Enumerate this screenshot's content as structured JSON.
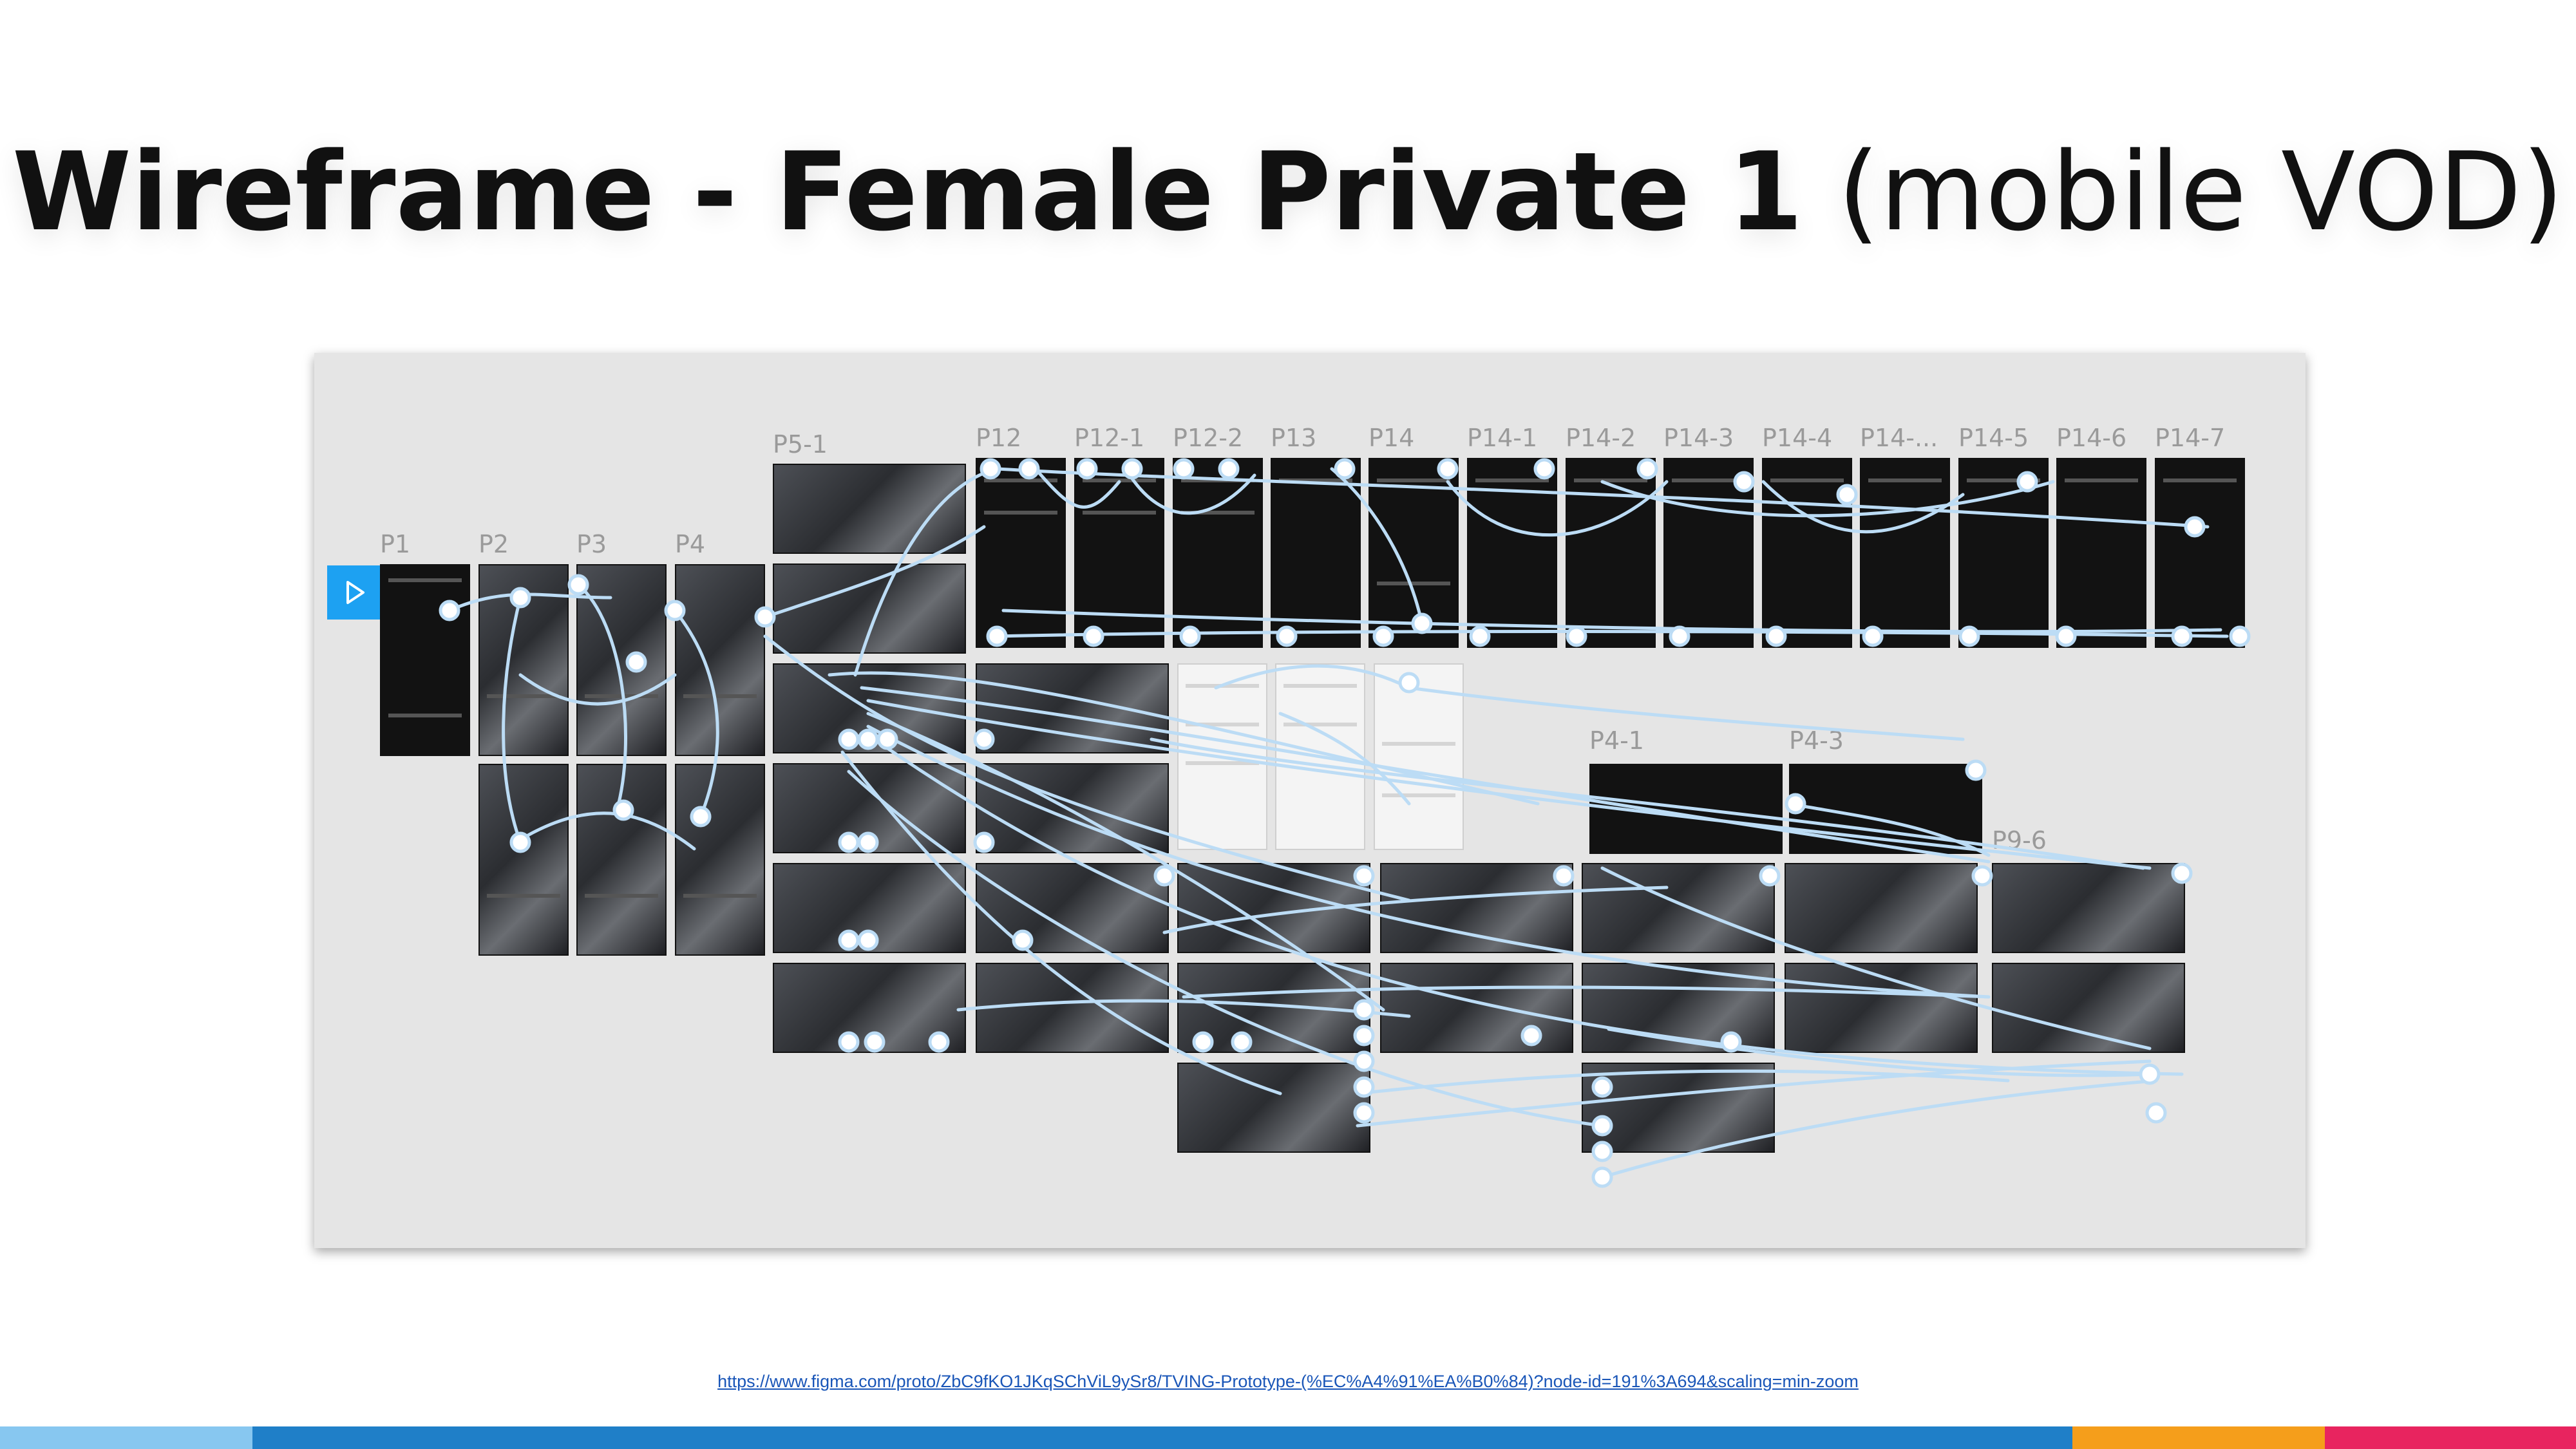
{
  "title": {
    "bold": "Wireframe - Female Private 1",
    "light": "(mobile VOD)"
  },
  "frame_labels": {
    "p1": "P1",
    "p2": "P2",
    "p3": "P3",
    "p4": "P4",
    "p5_1": "P5-1",
    "p12": "P12",
    "p12_1": "P12-1",
    "p12_2": "P12-2",
    "p13": "P13",
    "p14": "P14",
    "p14_1": "P14-1",
    "p14_2": "P14-2",
    "p14_3": "P14-3",
    "p14_4": "P14-4",
    "p14_5_trunc": "P14-...",
    "p14_5": "P14-5",
    "p14_6": "P14-6",
    "p14_7": "P14-7",
    "p4_1": "P4-1",
    "p4_3": "P4-3",
    "p9_6": "P9-6"
  },
  "prototype_url": "https://www.figma.com/proto/ZbC9fKO1JKqSChViL9ySr8/TVING-Prototype-(%EC%A4%91%EA%B0%84)?node-id=191%3A694&scaling=min-zoom",
  "icons": {
    "start": "play-triangle-icon"
  },
  "colors": {
    "link_lines": "#bcdcf5",
    "start_button": "#1da1f2",
    "stripe_1": "#87c7f0",
    "stripe_2": "#1f7fc8",
    "stripe_3": "#f59e1b",
    "stripe_4": "#e8245f"
  }
}
